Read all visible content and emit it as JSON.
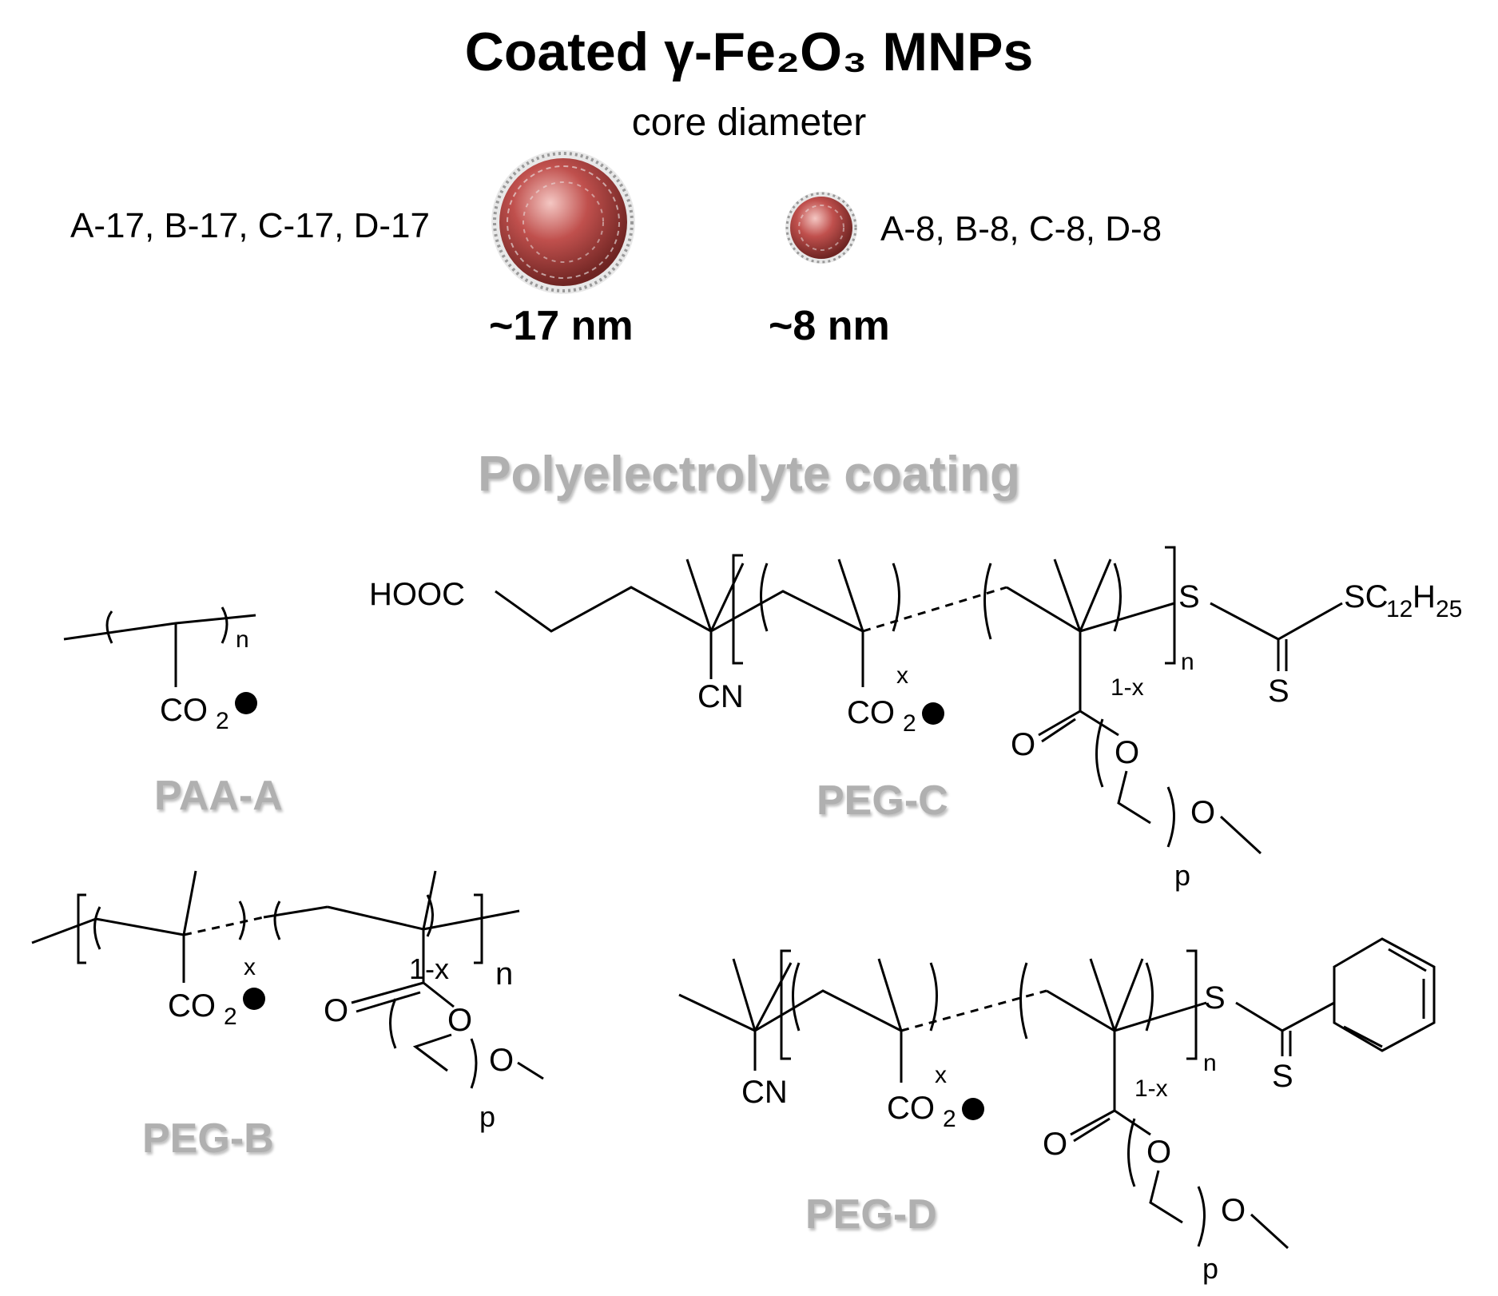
{
  "header": {
    "title": "Coated γ-Fe₂O₃ MNPs",
    "subtitle": "core diameter"
  },
  "particles": {
    "large": {
      "samples": "A-17, B-17, C-17, D-17",
      "size": "~17 nm"
    },
    "small": {
      "samples": "A-8, B-8, C-8, D-8",
      "size": "~8 nm"
    }
  },
  "coating": {
    "section_title": "Polyelectrolyte coating",
    "polymers": [
      {
        "label": "PAA-A"
      },
      {
        "label": "PEG-B"
      },
      {
        "label": "PEG-C"
      },
      {
        "label": "PEG-D"
      }
    ]
  },
  "colors": {
    "particle_core": "#c0504d",
    "label_gray": "#b0b0b0"
  }
}
